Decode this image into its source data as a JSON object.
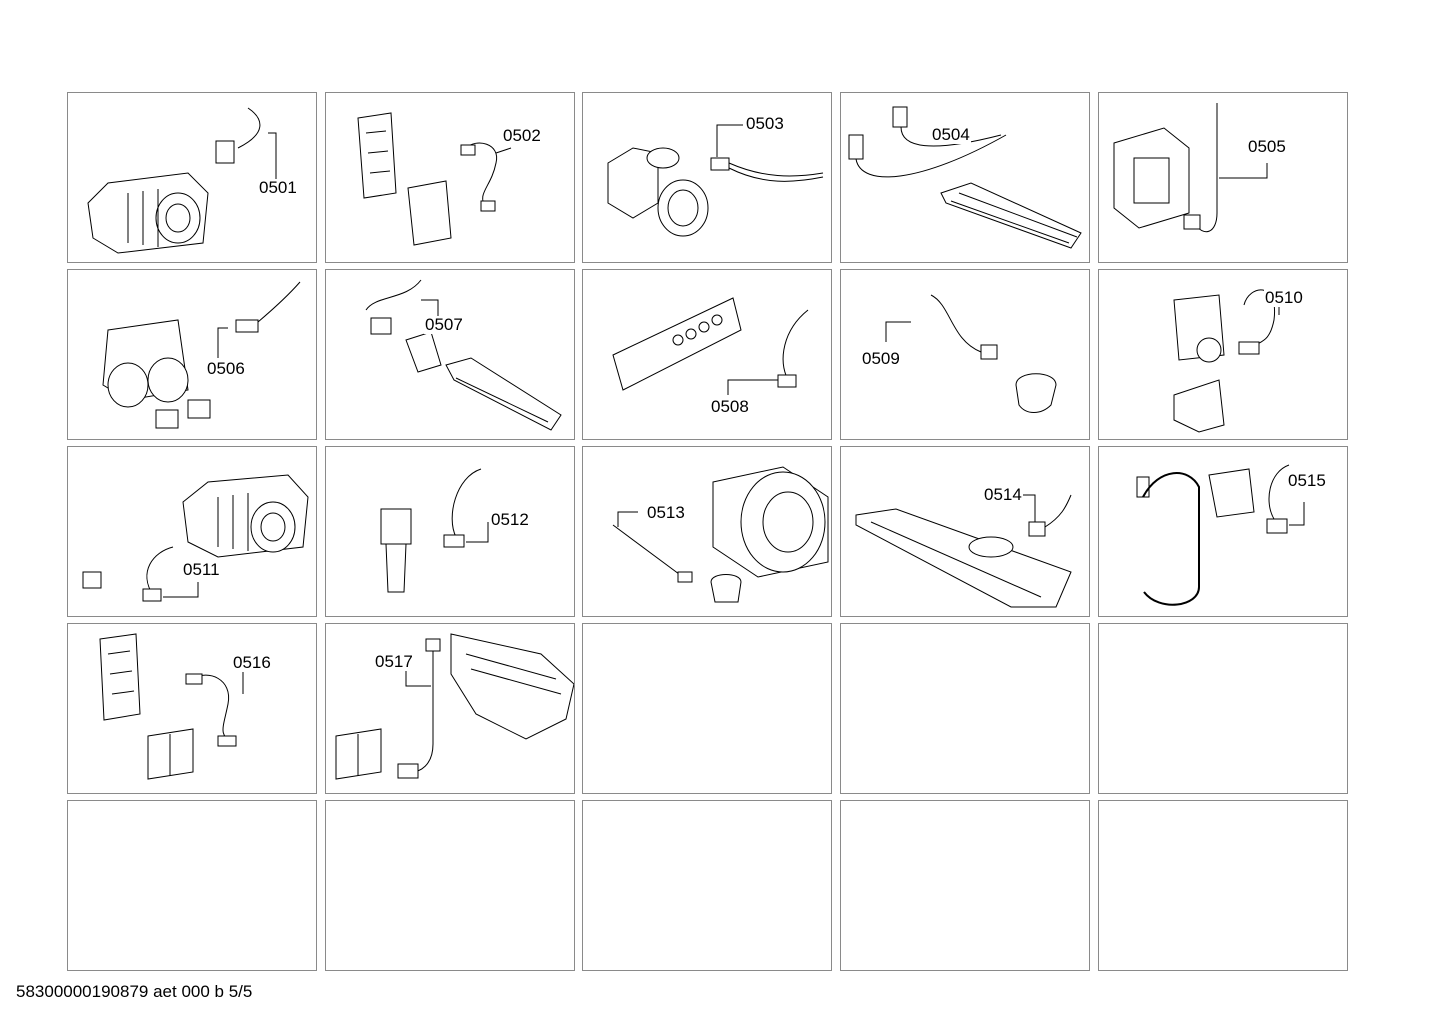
{
  "footer": {
    "code": "58300000190879 aet 000 b 5/5"
  },
  "cells": [
    {
      "label": "0501"
    },
    {
      "label": "0502"
    },
    {
      "label": "0503"
    },
    {
      "label": "0504"
    },
    {
      "label": "0505"
    },
    {
      "label": "0506"
    },
    {
      "label": "0507"
    },
    {
      "label": "0508"
    },
    {
      "label": "0509"
    },
    {
      "label": "0510"
    },
    {
      "label": "0511"
    },
    {
      "label": "0512"
    },
    {
      "label": "0513"
    },
    {
      "label": "0514"
    },
    {
      "label": "0515"
    },
    {
      "label": "0516"
    },
    {
      "label": "0517"
    },
    {
      "label": ""
    },
    {
      "label": ""
    },
    {
      "label": ""
    },
    {
      "label": ""
    },
    {
      "label": ""
    },
    {
      "label": ""
    },
    {
      "label": ""
    },
    {
      "label": ""
    }
  ]
}
